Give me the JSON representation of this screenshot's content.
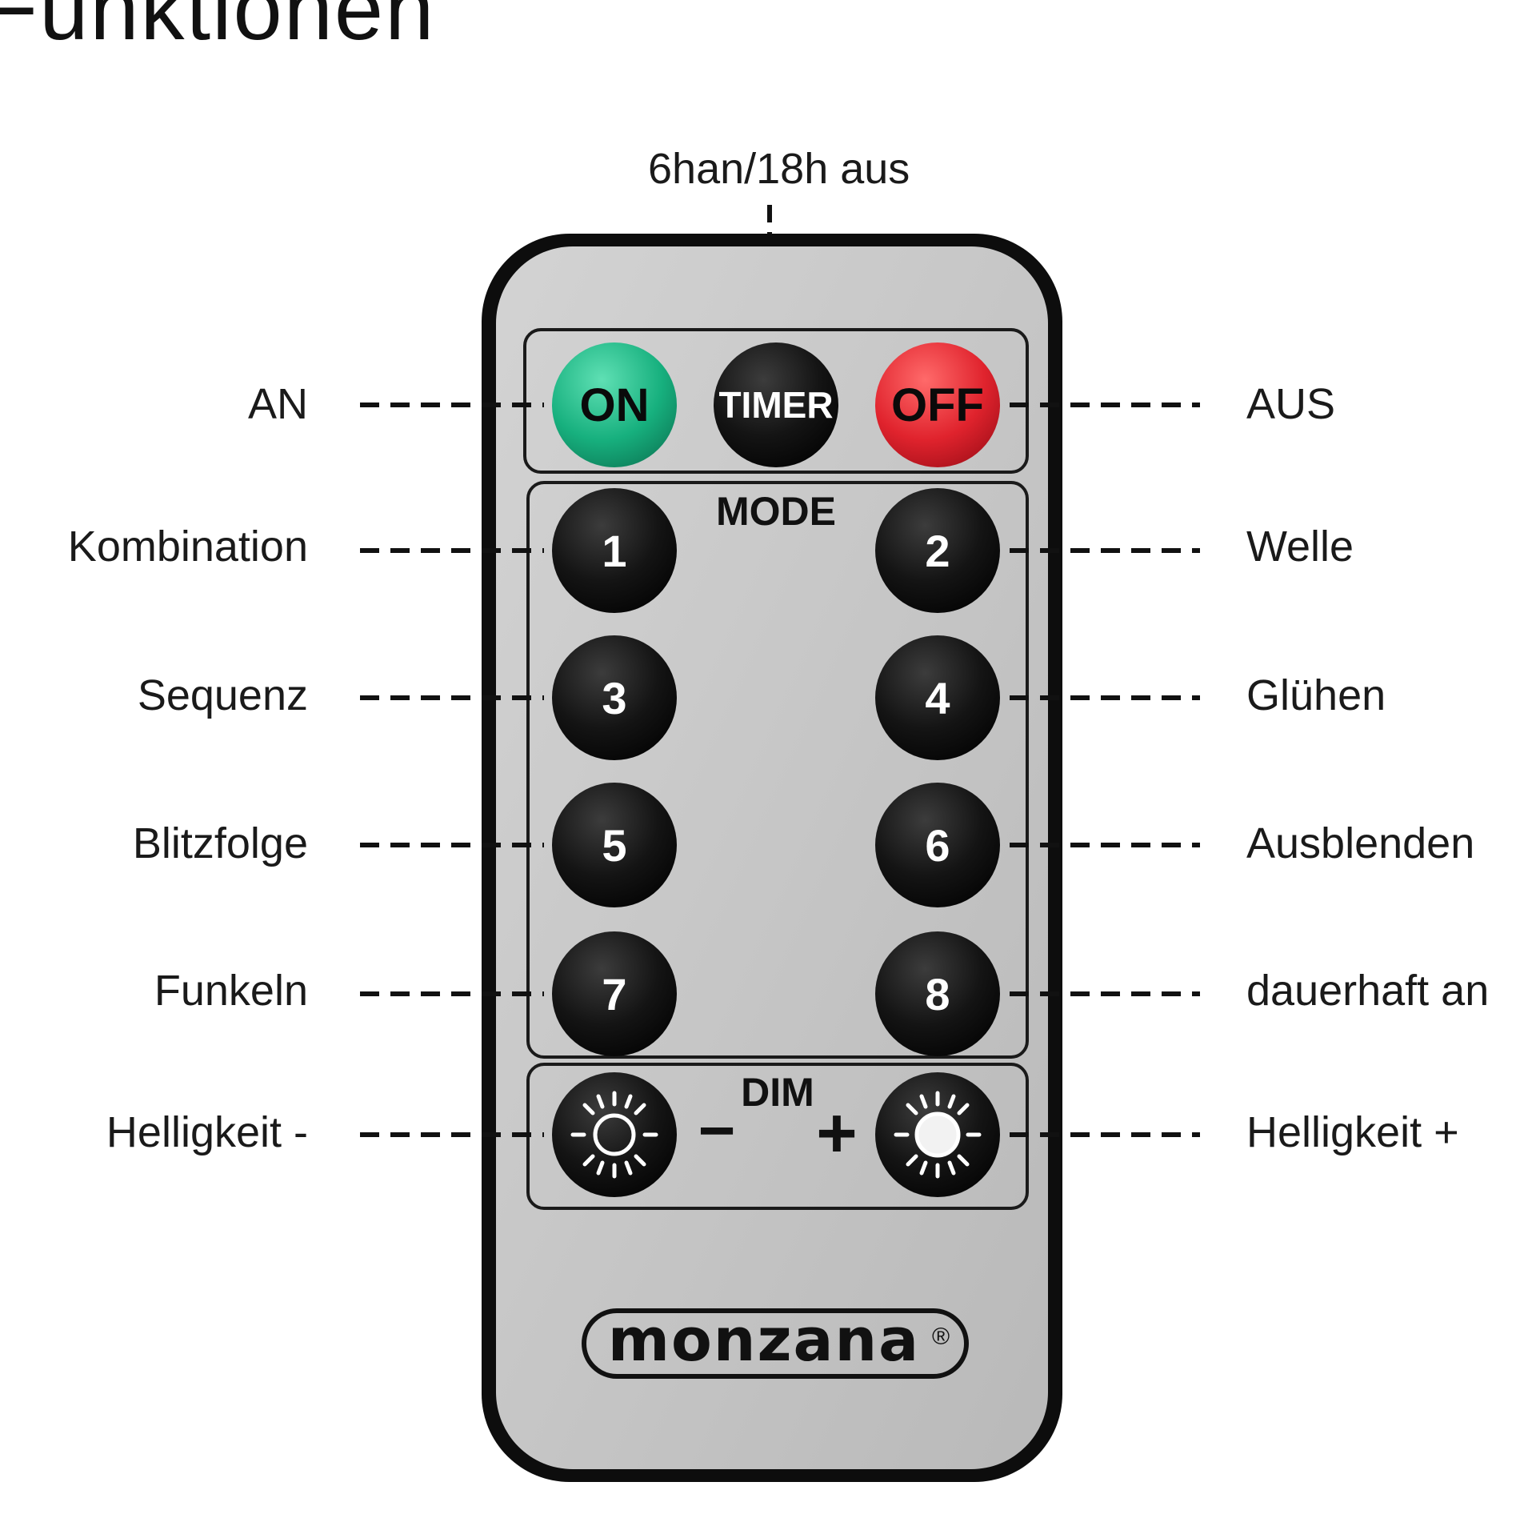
{
  "page_title": "Funktionen",
  "timer_callout": "6han/18h aus",
  "remote": {
    "brand": "monzana",
    "brand_mark": "®",
    "section_mode_label": "MODE",
    "section_dim_label": "DIM",
    "dim_minus_symbol": "−",
    "dim_plus_symbol": "+",
    "power_buttons": [
      {
        "label": "ON",
        "color": "#17b07e"
      },
      {
        "label": "TIMER",
        "color": "#161616"
      },
      {
        "label": "OFF",
        "color": "#e0232d"
      }
    ],
    "mode_buttons": [
      "1",
      "2",
      "3",
      "4",
      "5",
      "6",
      "7",
      "8"
    ],
    "dim_buttons": [
      {
        "icon": "sun-dim-icon"
      },
      {
        "icon": "sun-bright-icon"
      }
    ],
    "body_color": "#c4c4c4",
    "frame_color": "#111111"
  },
  "callouts_left": [
    "AN",
    "Kombination",
    "Sequenz",
    "Blitzfolge",
    "Funkeln",
    "Helligkeit -"
  ],
  "callouts_right": [
    "AUS",
    "Welle",
    "Glühen",
    "Ausblenden",
    "dauerhaft an",
    "Helligkeit +"
  ]
}
